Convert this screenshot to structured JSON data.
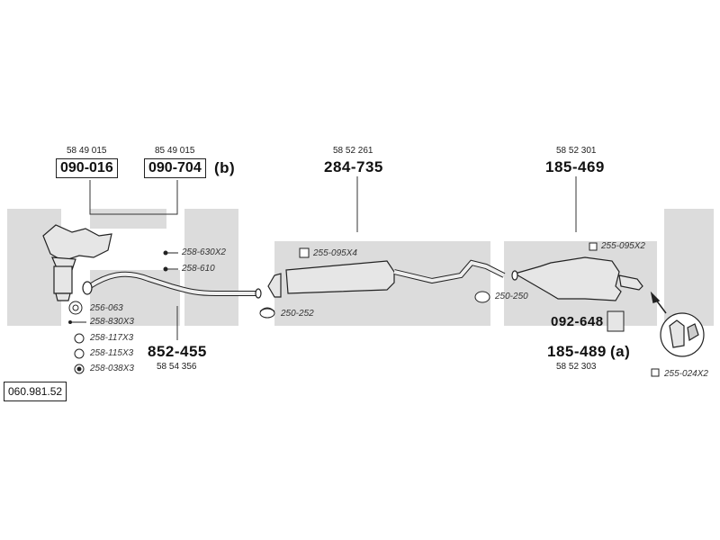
{
  "catalog_number": "060.981.52",
  "parts": [
    {
      "ref": "58 49 015",
      "code": "090-016",
      "suffix": ""
    },
    {
      "ref": "85 49 015",
      "code": "090-704",
      "suffix": "(b)"
    },
    {
      "ref": "58 52 261",
      "code": "284-735",
      "suffix": ""
    },
    {
      "ref": "58 52 301",
      "code": "185-469",
      "suffix": ""
    },
    {
      "ref": "58 54 356",
      "code": "852-455",
      "suffix": ""
    },
    {
      "ref": "58 52 303",
      "code": "185-489",
      "suffix": "(a)"
    }
  ],
  "bracket_code": "092-648",
  "accessories": {
    "a258_630": "258-630X2",
    "a258_610": "258-610",
    "a255_095_front": "255-095X4",
    "a250_252": "250-252",
    "a250_250": "250-250",
    "a255_095_rear": "255-095X2",
    "a255_024": "255-024X2",
    "a256_063": "256-063",
    "a258_830": "258-830X3",
    "a258_117": "258-117X3",
    "a258_115": "258-115X3",
    "a258_038": "258-038X3"
  },
  "colors": {
    "background_band": "#d9d9d9",
    "line": "#222222",
    "part_fill": "#e8e8e8"
  }
}
